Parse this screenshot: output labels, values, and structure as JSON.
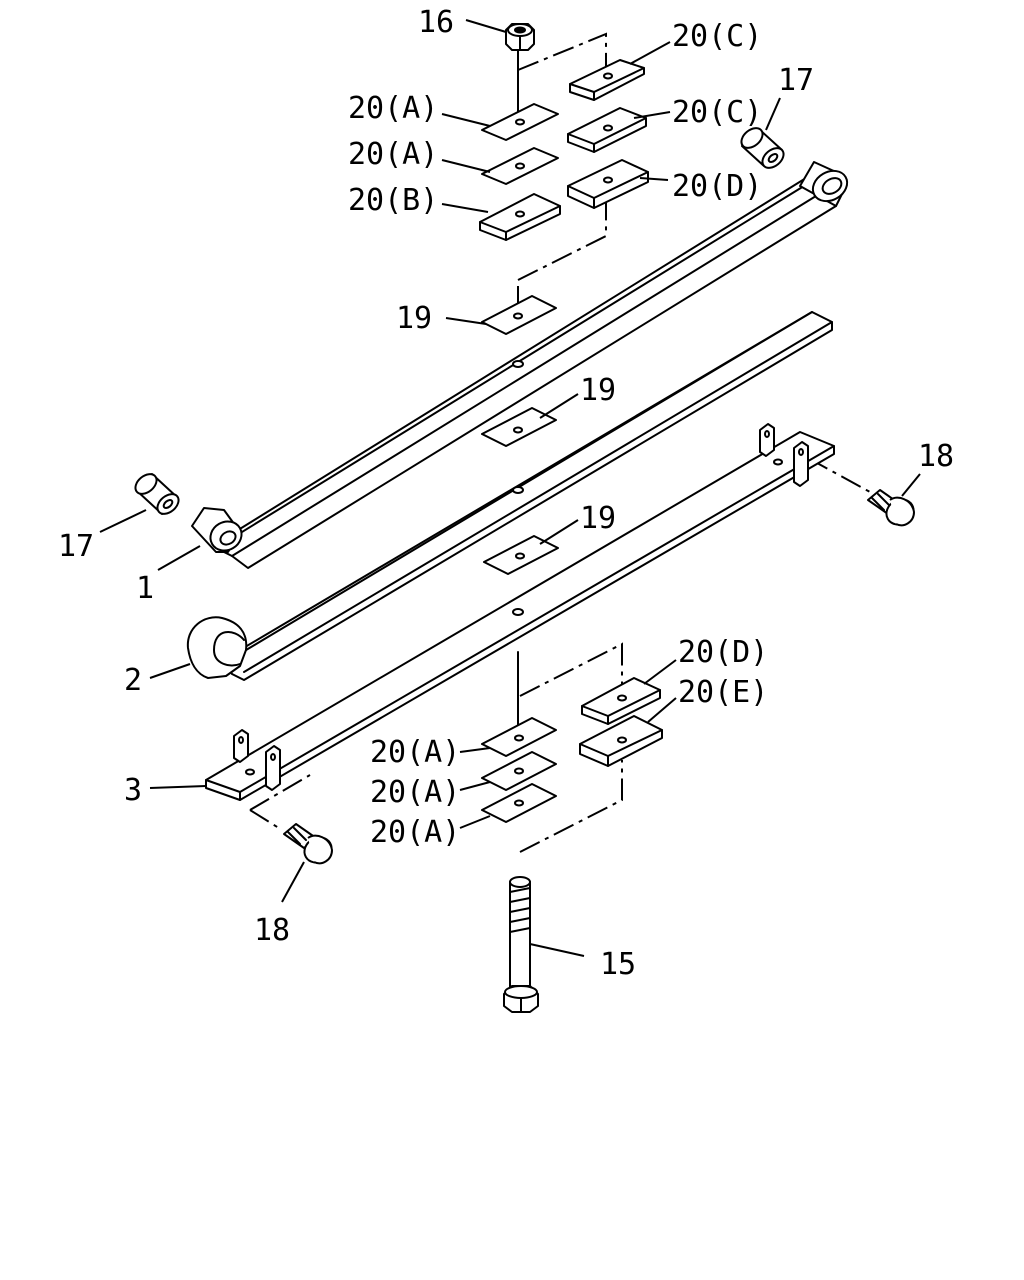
{
  "labels": {
    "part_16": "16",
    "part_20c_top": "20(C)",
    "part_20a_1": "20(A)",
    "part_20c_2": "20(C)",
    "part_17_right": "17",
    "part_20a_2": "20(A)",
    "part_20b": "20(B)",
    "part_20d_top": "20(D)",
    "part_19_top": "19",
    "part_19_mid": "19",
    "part_18_right": "18",
    "part_17_left": "17",
    "part_1": "1",
    "part_19_low": "19",
    "part_2": "2",
    "part_20d_bottom": "20(D)",
    "part_20e": "20(E)",
    "part_3": "3",
    "part_20a_3": "20(A)",
    "part_20a_4": "20(A)",
    "part_20a_5": "20(A)",
    "part_18_left": "18",
    "part_15": "15"
  },
  "colors": {
    "line": "#000000",
    "background": "#ffffff"
  }
}
